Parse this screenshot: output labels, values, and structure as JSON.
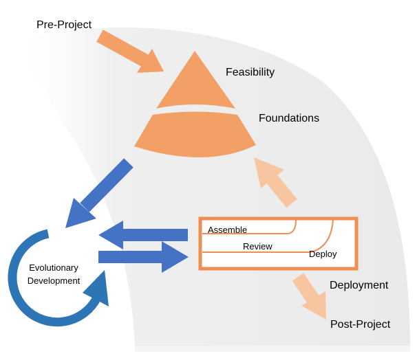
{
  "labels": {
    "pre_project": "Pre-Project",
    "feasibility": "Feasibility",
    "foundations": "Foundations",
    "evolutionary": "Evolutionary",
    "development": "Development",
    "assemble": "Assemble",
    "review": "Review",
    "deploy": "Deploy",
    "deployment": "Deployment",
    "post_project": "Post-Project"
  },
  "colors": {
    "orange": "#F2A066",
    "orange_light": "#F7C6A0",
    "orange_border": "#EF8E53",
    "blue": "#4472C4",
    "blue_cycle": "#2E75B6",
    "background_band": "#EFEFEF"
  }
}
